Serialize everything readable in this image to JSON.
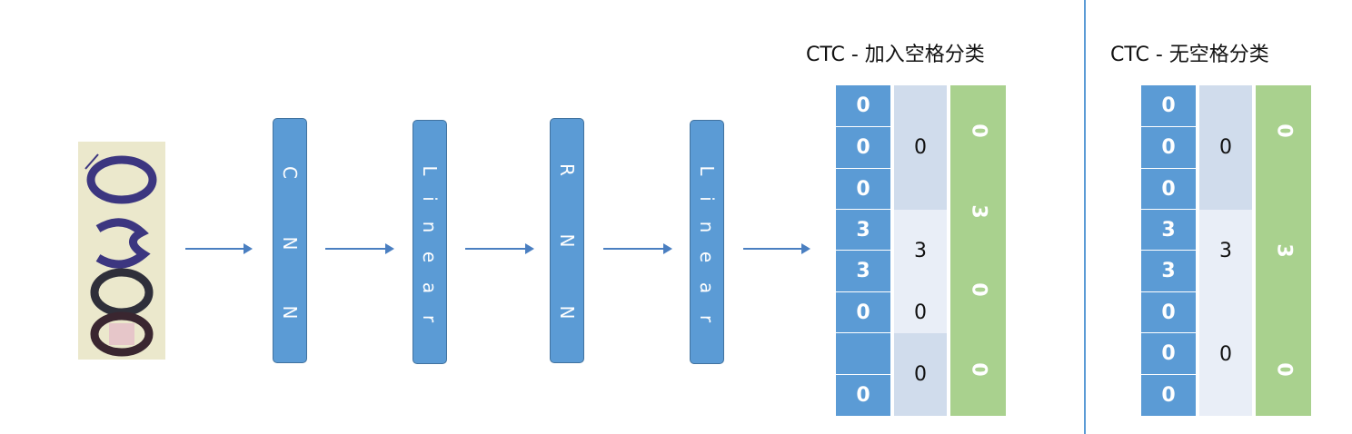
{
  "input_image": {
    "digits": "0300"
  },
  "blocks": [
    {
      "id": "cnn",
      "letters": [
        "C",
        "N",
        "N"
      ]
    },
    {
      "id": "linear-1",
      "letters": [
        "L",
        "i",
        "n",
        "e",
        "a",
        "r"
      ]
    },
    {
      "id": "rnn",
      "letters": [
        "R",
        "N",
        "N"
      ]
    },
    {
      "id": "linear-2",
      "letters": [
        "L",
        "i",
        "n",
        "e",
        "a",
        "r"
      ]
    }
  ],
  "ctc_with_blank": {
    "title": "CTC - 加入空格分类",
    "frames": [
      "0",
      "0",
      "0",
      "3",
      "3",
      "0",
      "",
      "0"
    ],
    "groups": [
      "0",
      "3",
      "0",
      "0"
    ],
    "result": [
      "0",
      "3",
      "0",
      "0"
    ]
  },
  "ctc_without_blank": {
    "title": "CTC - 无空格分类",
    "frames": [
      "0",
      "0",
      "0",
      "3",
      "3",
      "0",
      "0",
      "0"
    ],
    "groups": [
      "0",
      "3",
      "0"
    ],
    "result": [
      "0",
      "3",
      "0"
    ]
  },
  "colors": {
    "blue": "#5b9bd5",
    "green": "#a9d18e",
    "light_blue": "#d0dcec",
    "lighter_blue": "#e9eef7",
    "arrow": "#4a7fc1"
  }
}
